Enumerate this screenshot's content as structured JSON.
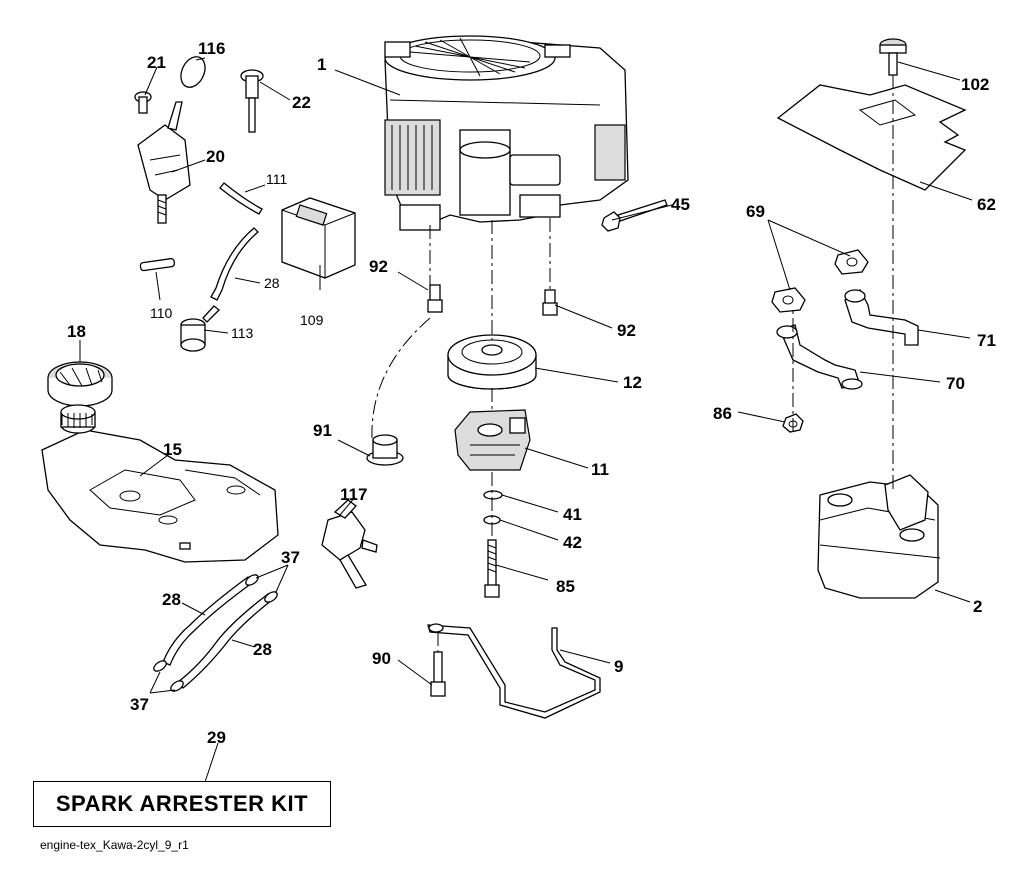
{
  "callouts": {
    "c1": "1",
    "c2": "2",
    "c9": "9",
    "c11": "11",
    "c12": "12",
    "c15": "15",
    "c18": "18",
    "c20": "20",
    "c21": "21",
    "c22": "22",
    "c28a": "28",
    "c28b": "28",
    "c28c": "28",
    "c29": "29",
    "c37a": "37",
    "c37b": "37",
    "c41": "41",
    "c42": "42",
    "c45": "45",
    "c62": "62",
    "c69": "69",
    "c70": "70",
    "c71": "71",
    "c85": "85",
    "c86": "86",
    "c90": "90",
    "c91": "91",
    "c92a": "92",
    "c92b": "92",
    "c102": "102",
    "c109": "109",
    "c110": "110",
    "c111": "111",
    "c113": "113",
    "c116": "116",
    "c117": "117"
  },
  "kit_label": "SPARK ARRESTER KIT",
  "footer_code": "engine-tex_Kawa-2cyl_9_r1"
}
